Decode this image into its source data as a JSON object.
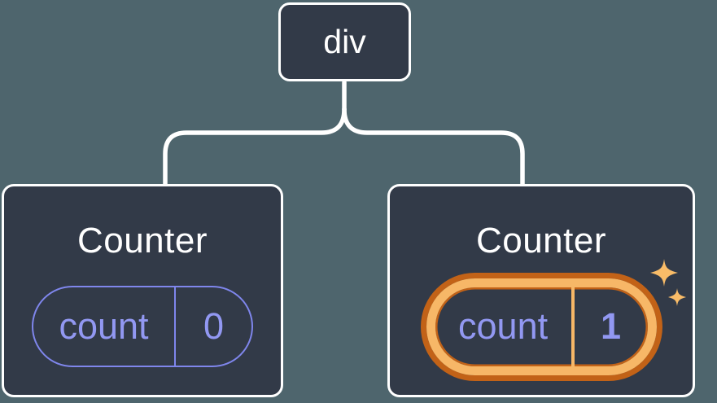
{
  "tree": {
    "root": {
      "label": "div"
    },
    "children": [
      {
        "title": "Counter",
        "state": {
          "name": "count",
          "value": "0"
        },
        "highlighted": false
      },
      {
        "title": "Counter",
        "state": {
          "name": "count",
          "value": "1"
        },
        "highlighted": true
      }
    ]
  },
  "icons": {
    "highlight": "sparkles-icon"
  },
  "colors": {
    "background": "#4E656D",
    "card_bg": "#323A48",
    "card_border": "#FFFFFF",
    "connector": "#FFFFFF",
    "title_text": "#FFFFFF",
    "purple_border": "#7F86EC",
    "purple_text": "#9298F2",
    "highlight_orange_dark": "#C26217",
    "highlight_orange_light": "#F7B767",
    "sparkle": "#F9BC68"
  }
}
